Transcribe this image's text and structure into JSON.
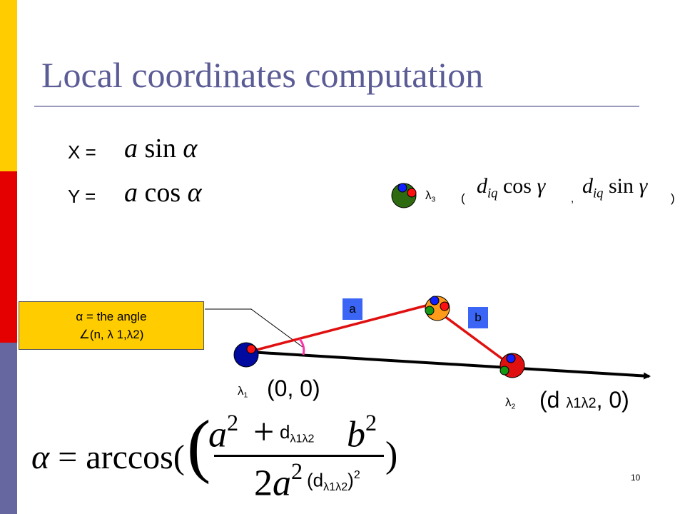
{
  "slide": {
    "title": "Local coordinates computation",
    "page_number": "10",
    "side_bar_colors": [
      "#ffcc00",
      "#e40000",
      "#ffffff",
      "#6666a0"
    ]
  },
  "formulas": {
    "x_label": "X =",
    "x_expr_a": "a",
    "x_expr_fn": "sin",
    "x_expr_var": "α",
    "y_label": "Y =",
    "y_expr_a": "a",
    "y_expr_fn": "cos",
    "y_expr_var": "α"
  },
  "lambda3_coords": {
    "label": "λ",
    "label_sub": "3",
    "open_paren": "(",
    "d1": "d",
    "d1_sub": "iq",
    "fn1": "cos",
    "g1": "γ",
    "comma": ",",
    "d2": "d",
    "d2_sub": "iq",
    "fn2": "sin",
    "g2": "γ",
    "close_paren": ")"
  },
  "callout": {
    "line1": "α = the angle",
    "line2": "∠(n, λ 1,λ2)"
  },
  "diagram": {
    "tag_a": "a",
    "tag_b": "b",
    "lambda1": "λ",
    "lambda1_sub": "1",
    "lambda2": "λ",
    "lambda2_sub": "2",
    "origin_coord": "(0, 0)",
    "point2_coord_pre": "(d",
    "point2_coord_sub": "λ1λ2",
    "point2_coord_post": ", 0)",
    "colors": {
      "edge_red": "#e01010",
      "axis_black": "#000000",
      "node_blue": "#000a9e",
      "node_green": "#2e6b10",
      "node_orange": "#ff9b1a",
      "dot_red": "#ff1010",
      "dot_blue": "#1020ff",
      "dot_green": "#159915",
      "angle_pink": "#ff33aa"
    }
  },
  "equation": {
    "lhs": "α",
    "equals": "=",
    "fn": "arccos(",
    "a_sq_base": "a",
    "a_sq_exp": "2",
    "plus": "+",
    "overlay_d": "d",
    "overlay_d_sub": "λ1λ2",
    "b_sq_base": "b",
    "b_sq_exp": "2",
    "denom_coef": "2",
    "denom_base": "a",
    "denom_exp": "2",
    "close_paren": ")",
    "overlay2_open": "(d",
    "overlay2_sub": "λ1λ2",
    "overlay2_close": ")",
    "overlay2_exp": "2"
  }
}
